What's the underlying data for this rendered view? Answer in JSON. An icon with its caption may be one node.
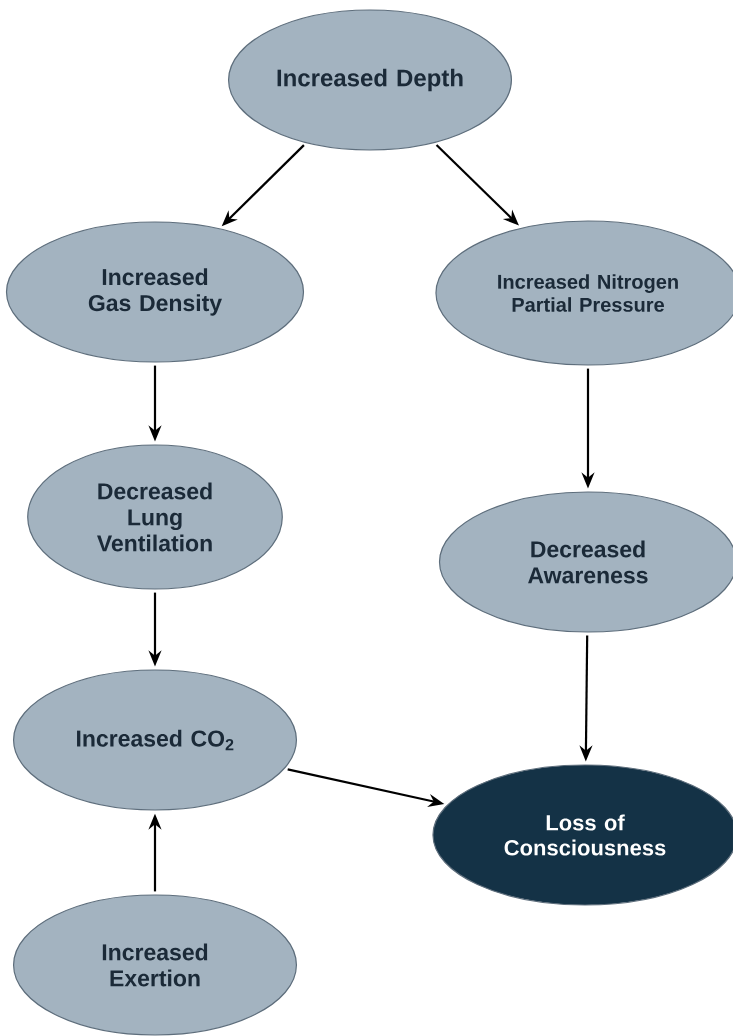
{
  "diagram": {
    "nodes": [
      {
        "text": [
          "Increased Depth"
        ]
      },
      {
        "text": [
          "Increased Gas Density"
        ]
      },
      {
        "text": [
          "Increased Nitrogen Partial Pressure"
        ]
      },
      {
        "text": [
          "Decreased Lung Ventilation"
        ]
      },
      {
        "text": [
          "Decreased Awareness"
        ]
      },
      {
        "text": [
          "Increased CO$_{2}$"
        ]
      },
      {
        "text": [
          "Loss of Consciousness"
        ]
      },
      {
        "text": [
          "Increased Exertion"
        ]
      }
    ],
    "edges": [
      {
        "from": 0,
        "to": 1,
        "arrow": "to"
      },
      {
        "from": 0,
        "to": 2,
        "arrow": "to"
      },
      {
        "from": 1,
        "to": 3,
        "arrow": "to"
      },
      {
        "from": 3,
        "to": 5,
        "arrow": "to"
      },
      {
        "from": 2,
        "to": 4,
        "arrow": "to"
      },
      {
        "from": 4,
        "to": 6,
        "arrow": "to"
      },
      {
        "from": 5,
        "to": 6,
        "arrow": "to"
      },
      {
        "from": 7,
        "to": 5,
        "arrow": "to"
      }
    ]
  }
}
